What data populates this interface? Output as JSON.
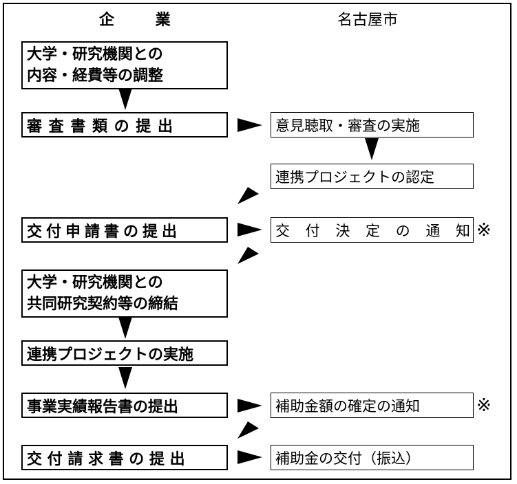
{
  "columns": {
    "company": "企 業",
    "city": "名古屋市"
  },
  "left_steps": [
    [
      "大学・研究機関との",
      "内容・経費等の調整"
    ],
    "審 査 書 類 の 提 出",
    "交付申請書の提出",
    [
      "大学・研究機関との",
      "共同研究契約等の締結"
    ],
    "連携プロジェクトの実施",
    "事業実績報告書の提出",
    "交 付 請 求 書 の 提 出"
  ],
  "right_steps": [
    "意見聴取・審査の実施",
    "連携プロジェクトの認定",
    "交 付 決 定 の 通 知",
    "補助金額の確定の通知",
    "補助金の交付（振込）"
  ],
  "notes": {
    "mark_1": "※",
    "mark_2": "※"
  }
}
